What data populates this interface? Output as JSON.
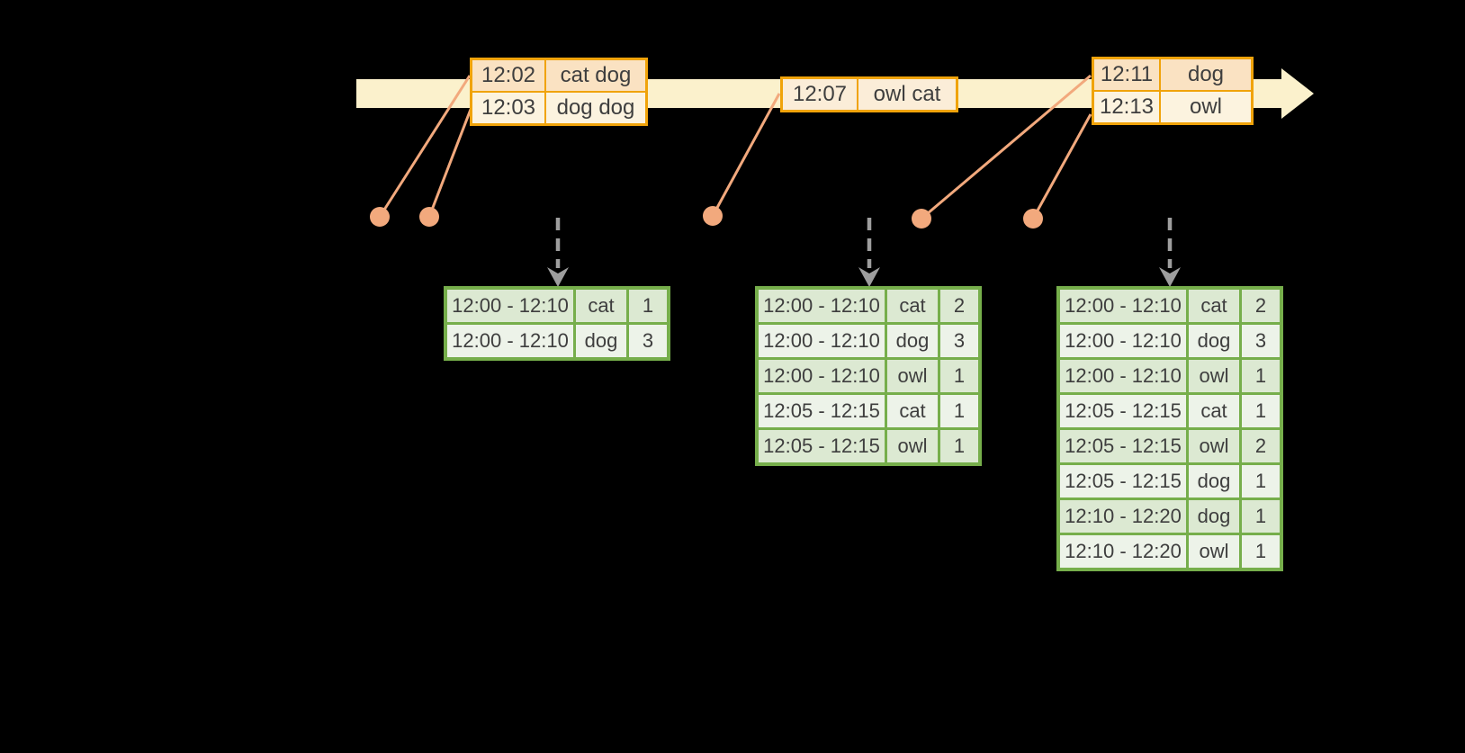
{
  "colors": {
    "background": "#000000",
    "timeline_fill": "#FBF1CC",
    "event_border": "#F0A30A",
    "event_row_dark": "#FAE2C2",
    "event_row_light": "#FCF3DF",
    "event_row_mid": "#FBEDD8",
    "connector": "#F2A97D",
    "trigger_arrow": "#9E9E9E",
    "result_border": "#76AE4B",
    "result_row_dark": "#DCE9D2",
    "result_row_light": "#EDF3E9",
    "text": "#3E3E3E"
  },
  "event_tables": [
    {
      "rows": [
        {
          "time": "12:02",
          "words": "cat dog"
        },
        {
          "time": "12:03",
          "words": "dog dog"
        }
      ]
    },
    {
      "rows": [
        {
          "time": "12:07",
          "words": "owl cat"
        }
      ]
    },
    {
      "rows": [
        {
          "time": "12:11",
          "words": "dog"
        },
        {
          "time": "12:13",
          "words": "owl"
        }
      ]
    }
  ],
  "result_tables": [
    {
      "rows": [
        {
          "window": "12:00 - 12:10",
          "word": "cat",
          "count": "1"
        },
        {
          "window": "12:00 - 12:10",
          "word": "dog",
          "count": "3"
        }
      ]
    },
    {
      "rows": [
        {
          "window": "12:00 - 12:10",
          "word": "cat",
          "count": "2"
        },
        {
          "window": "12:00 - 12:10",
          "word": "dog",
          "count": "3"
        },
        {
          "window": "12:00 - 12:10",
          "word": "owl",
          "count": "1"
        },
        {
          "window": "12:05 - 12:15",
          "word": "cat",
          "count": "1"
        },
        {
          "window": "12:05 - 12:15",
          "word": "owl",
          "count": "1"
        }
      ]
    },
    {
      "rows": [
        {
          "window": "12:00 - 12:10",
          "word": "cat",
          "count": "2"
        },
        {
          "window": "12:00 - 12:10",
          "word": "dog",
          "count": "3"
        },
        {
          "window": "12:00 - 12:10",
          "word": "owl",
          "count": "1"
        },
        {
          "window": "12:05 - 12:15",
          "word": "cat",
          "count": "1"
        },
        {
          "window": "12:05 - 12:15",
          "word": "owl",
          "count": "2"
        },
        {
          "window": "12:05 - 12:15",
          "word": "dog",
          "count": "1"
        },
        {
          "window": "12:10 - 12:20",
          "word": "dog",
          "count": "1"
        },
        {
          "window": "12:10 - 12:20",
          "word": "owl",
          "count": "1"
        }
      ]
    }
  ]
}
